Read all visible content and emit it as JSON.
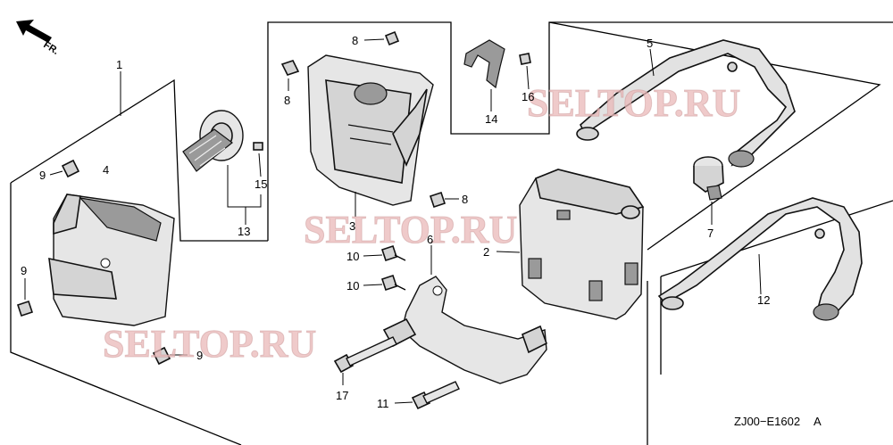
{
  "diagram": {
    "reference_code": "ZJ00−E1602",
    "reference_suffix": "A",
    "direction_label": "FR.",
    "watermark": "SELTOP.RU",
    "callouts": {
      "c1": "1",
      "c2": "2",
      "c3": "3",
      "c4": "4",
      "c5": "5",
      "c6": "6",
      "c7": "7",
      "c8a": "8",
      "c8b": "8",
      "c8c": "8",
      "c9a": "9",
      "c9b": "9",
      "c9c": "9",
      "c10a": "10",
      "c10b": "10",
      "c11": "11",
      "c12": "12",
      "c13": "13",
      "c14": "14",
      "c15": "15",
      "c16": "16",
      "c17": "17"
    }
  }
}
